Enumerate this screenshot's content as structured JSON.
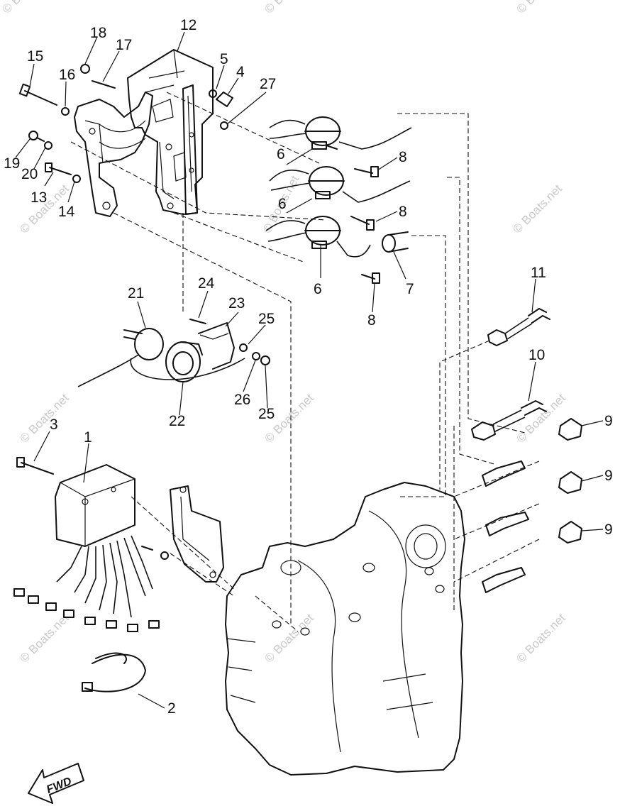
{
  "diagram": {
    "watermark": "© Boats.net",
    "direction_label": "FWD",
    "callouts": [
      "1",
      "2",
      "3",
      "4",
      "5",
      "6",
      "6",
      "6",
      "7",
      "8",
      "8",
      "8",
      "9",
      "9",
      "9",
      "10",
      "11",
      "12",
      "13",
      "14",
      "15",
      "16",
      "17",
      "18",
      "19",
      "20",
      "21",
      "22",
      "23",
      "24",
      "25",
      "25",
      "26",
      "27"
    ]
  }
}
